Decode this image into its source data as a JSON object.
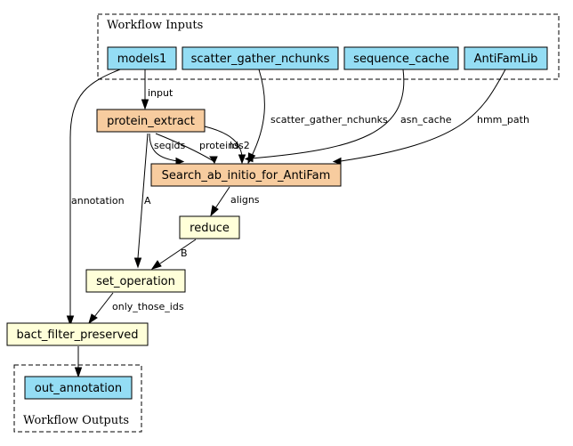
{
  "clusters": {
    "inputs": {
      "label": "Workflow Inputs"
    },
    "outputs": {
      "label": "Workflow Outputs"
    }
  },
  "colors": {
    "input_node": "#94ddf4",
    "step_main": "#f7cc9f",
    "step_light": "#ffffd9",
    "stroke": "#000000"
  },
  "nodes": {
    "models1": "models1",
    "scatter_gather_nchunks": "scatter_gather_nchunks",
    "sequence_cache": "sequence_cache",
    "antifamlib": "AntiFamLib",
    "protein_extract": "protein_extract",
    "search_ab_initio": "Search_ab_initio_for_AntiFam",
    "reduce": "reduce",
    "set_operation": "set_operation",
    "bact_filter_preserved": "bact_filter_preserved",
    "out_annotation": "out_annotation"
  },
  "edges": {
    "input": "input",
    "scatter_gather_nchunks": "scatter_gather_nchunks",
    "asn_cache": "asn_cache",
    "hmm_path": "hmm_path",
    "annotation": "annotation",
    "seqids": "seqids",
    "proteins": "proteins",
    "lds2": "lds2",
    "A": "A",
    "aligns": "aligns",
    "B": "B",
    "only_those_ids": "only_those_ids"
  }
}
